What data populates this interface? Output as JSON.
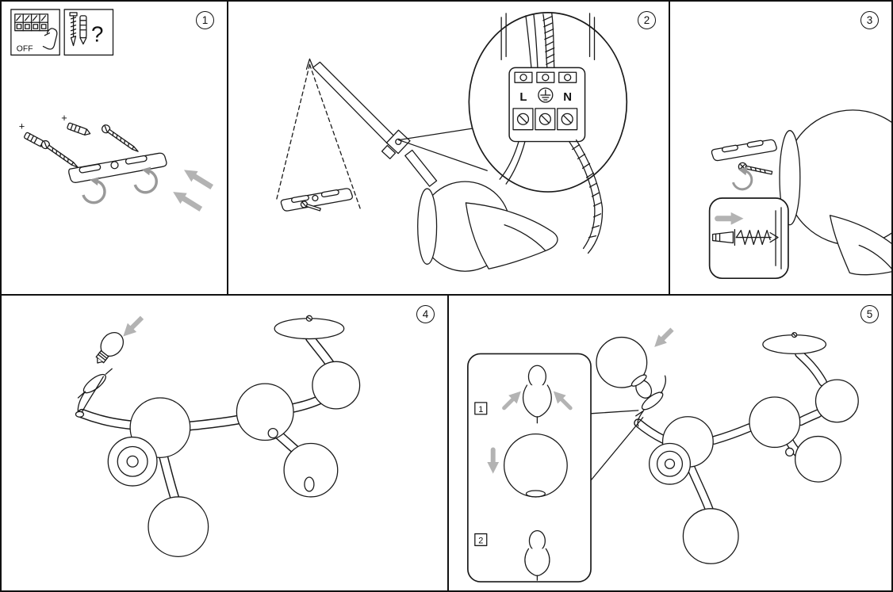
{
  "panels": [
    {
      "number": "1",
      "switch_off_label": "OFF",
      "fixings_question_label": "?",
      "anchor_plus_left": "+",
      "anchor_plus_right": "+"
    },
    {
      "number": "2",
      "terminal_live_label": "L",
      "terminal_neutral_label": "N"
    },
    {
      "number": "3"
    },
    {
      "number": "4"
    },
    {
      "number": "5",
      "inset_step_one_label": "1",
      "inset_step_two_label": "2"
    }
  ],
  "colors": {
    "line": "#1a1a1a",
    "arrow_gray": "#b3b3b3",
    "arrow_curl_gray": "#999999",
    "background": "#ffffff"
  }
}
